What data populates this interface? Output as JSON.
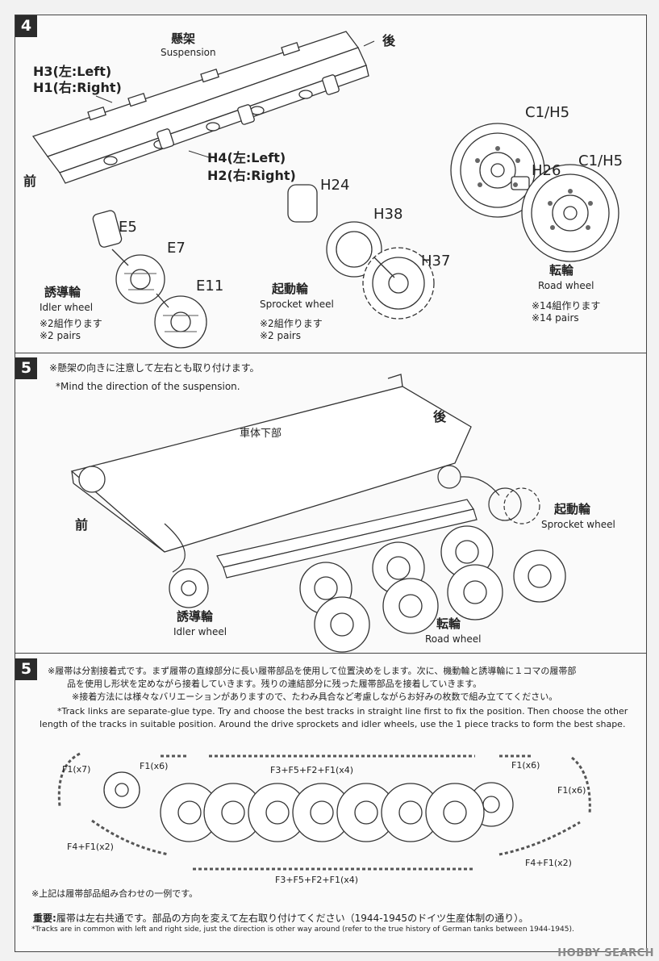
{
  "step4": {
    "num": "4",
    "suspension_jp": "懸架",
    "suspension_en": "Suspension",
    "rear": "後",
    "front": "前",
    "h3": "H3(左:Left)",
    "h1": "H1(右:Right)",
    "h4": "H4(左:Left)",
    "h2": "H2(右:Right)",
    "c1h5_top": "C1/H5",
    "c1h5_bottom": "C1/H5",
    "h26": "H26",
    "h24": "H24",
    "h38": "H38",
    "h37": "H37",
    "e5": "E5",
    "e7": "E7",
    "e11": "E11",
    "idler_jp": "誘導輪",
    "idler_en": "Idler wheel",
    "idler_note_jp": "※2組作ります",
    "idler_note_en": "※2 pairs",
    "sprocket_jp": "起動輪",
    "sprocket_en": "Sprocket wheel",
    "sprocket_note_jp": "※2組作ります",
    "sprocket_note_en": "※2 pairs",
    "road_jp": "転輪",
    "road_en": "Road wheel",
    "road_note_jp": "※14組作ります",
    "road_note_en": "※14 pairs"
  },
  "step5a": {
    "num": "5",
    "note_jp": "※懸架の向きに注意して左右とも取り付けます。",
    "note_en": "*Mind the direction of the suspension.",
    "hull_jp": "車体下部",
    "rear": "後",
    "front": "前",
    "sprocket_jp": "起動輪",
    "sprocket_en": "Sprocket wheel",
    "idler_jp": "誘導輪",
    "idler_en": "Idler wheel",
    "road_jp": "転輪",
    "road_en": "Road wheel"
  },
  "step5b": {
    "num": "5",
    "note_jp_1": "※履帯は分割接着式です。まず履帯の直線部分に長い履帯部品を使用して位置決めをします。次に、機動輪と誘導輪に１コマの履帯部",
    "note_jp_2": "品を使用し形状を定めながら接着していきます。残りの連結部分に残った履帯部品を接着していきます。",
    "note_jp_3": "※接着方法には様々なバリエーションがありますので、たわみ具合など考慮しながらお好みの枚数で組み立ててください。",
    "note_en_1": "*Track links are separate-glue type. Try and choose the best tracks in straight line first to fix the position. Then choose the other",
    "note_en_2": "length of the tracks in suitable position. Around the drive sprockets and idler wheels, use the 1 piece tracks to form the best shape.",
    "f1x7": "F1(x7)",
    "f1x6_left": "F1(x6)",
    "f3_top": "F3+F5+F2+F1(x4)",
    "f1x6_right_top": "F1(x6)",
    "f1x6_right": "F1(x6)",
    "f4_left": "F4+F1(x2)",
    "f4_right": "F4+F1(x2)",
    "f3_bottom": "F3+F5+F2+F1(x4)",
    "example_jp": "※上記は履帯部品組み合わせの一例です。",
    "important_label": "重要:",
    "important_jp": "履帯は左右共通です。部品の方向を変えて左右取り付けてください（1944-1945のドイツ生産体制の通り）。",
    "important_en": "*Tracks are in common with left and right side, just the direction is other way around (refer to the true history of German tanks between 1944-1945)."
  },
  "watermark": "HOBBY SEARCH"
}
